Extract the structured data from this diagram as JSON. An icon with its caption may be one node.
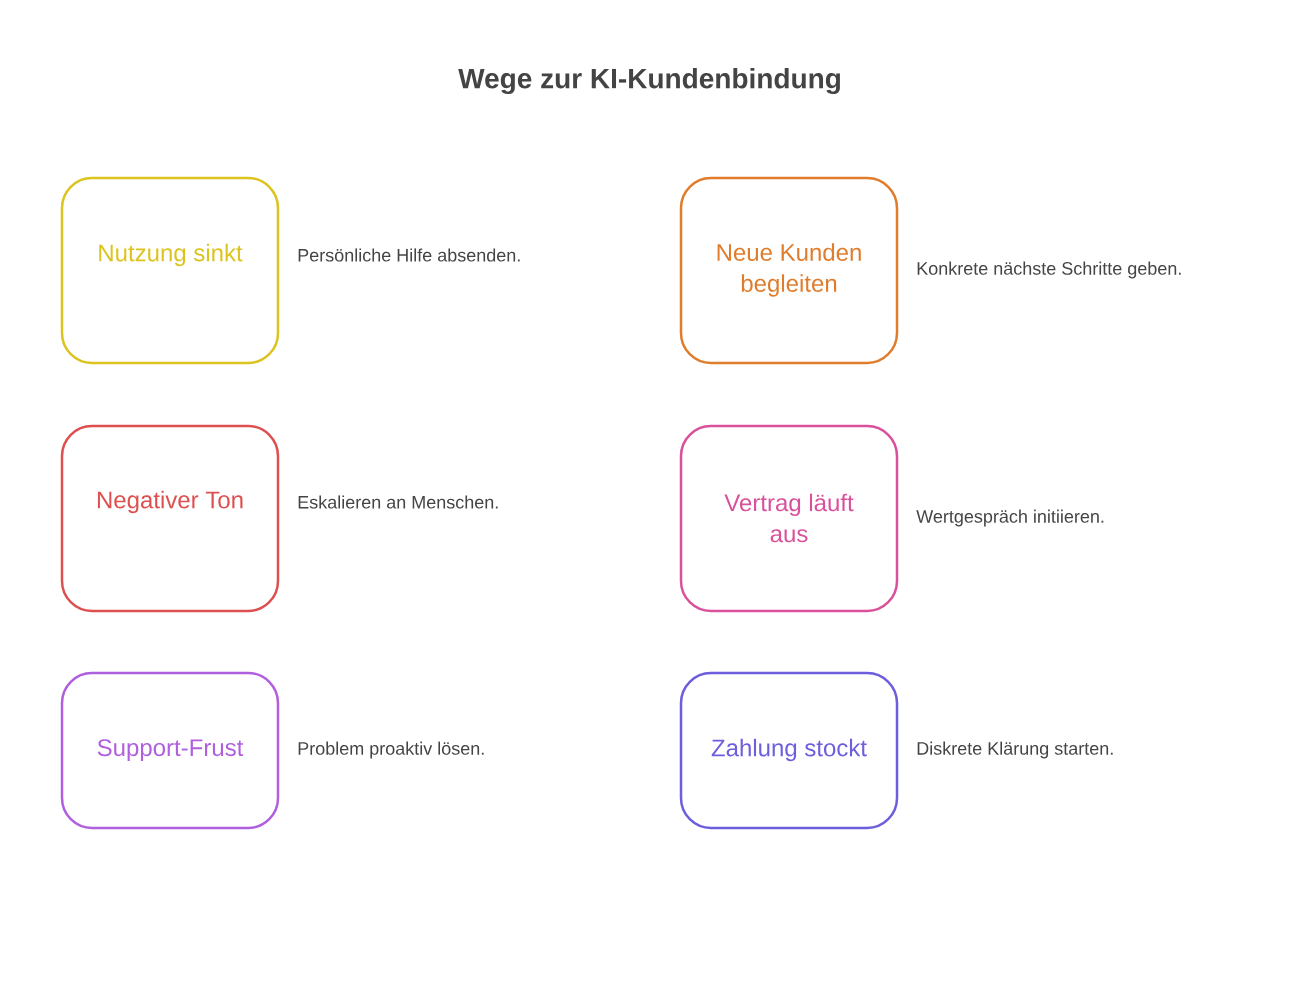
{
  "diagram": {
    "title": "Wege zur KI-Kundenbindung",
    "nodes": [
      {
        "text": [
          "Nutzung sinkt"
        ],
        "beside": [
          "Persönliche Hilfe absenden."
        ]
      },
      {
        "text": [
          "Neue Kunden begleiten"
        ],
        "beside": [
          "Konkrete nächste Schritte geben."
        ]
      },
      {
        "text": [
          "Negativer Ton"
        ],
        "beside": [
          "Eskalieren an Menschen."
        ]
      },
      {
        "text": [
          "Vertrag läuft aus"
        ],
        "beside": [
          "Wertgespräch initiieren."
        ]
      },
      {
        "text": [
          "Support-Frust"
        ],
        "beside": [
          "Problem proaktiv lösen."
        ]
      },
      {
        "text": [
          "Zahlung stockt"
        ],
        "beside": [
          "Diskrete Klärung starten."
        ]
      }
    ]
  }
}
